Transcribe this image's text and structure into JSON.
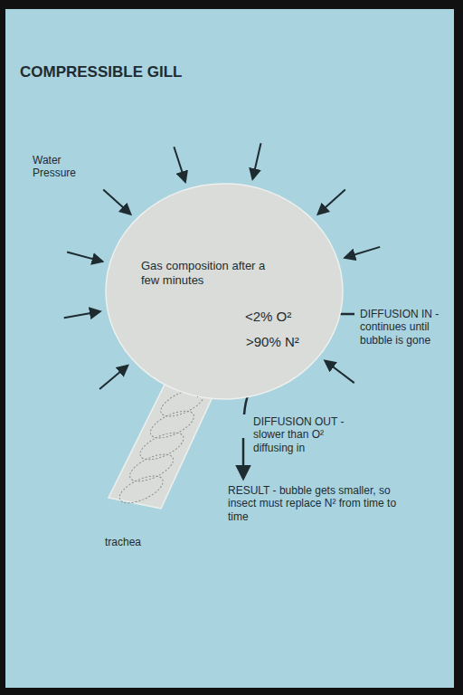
{
  "diagram": {
    "title": "COMPRESSIBLE GILL",
    "nodes": [
      {
        "text": [
          "Gas composition after a few minutes",
          "<2% O²",
          ">90% N²"
        ]
      }
    ],
    "labels": [
      "Water Pressure",
      "DIFFUSION IN - continues until bubble is gone",
      "DIFFUSION OUT - slower than O² diffusing in",
      "RESULT - bubble gets smaller, so insect must replace N² from time to time",
      "trachea"
    ]
  }
}
